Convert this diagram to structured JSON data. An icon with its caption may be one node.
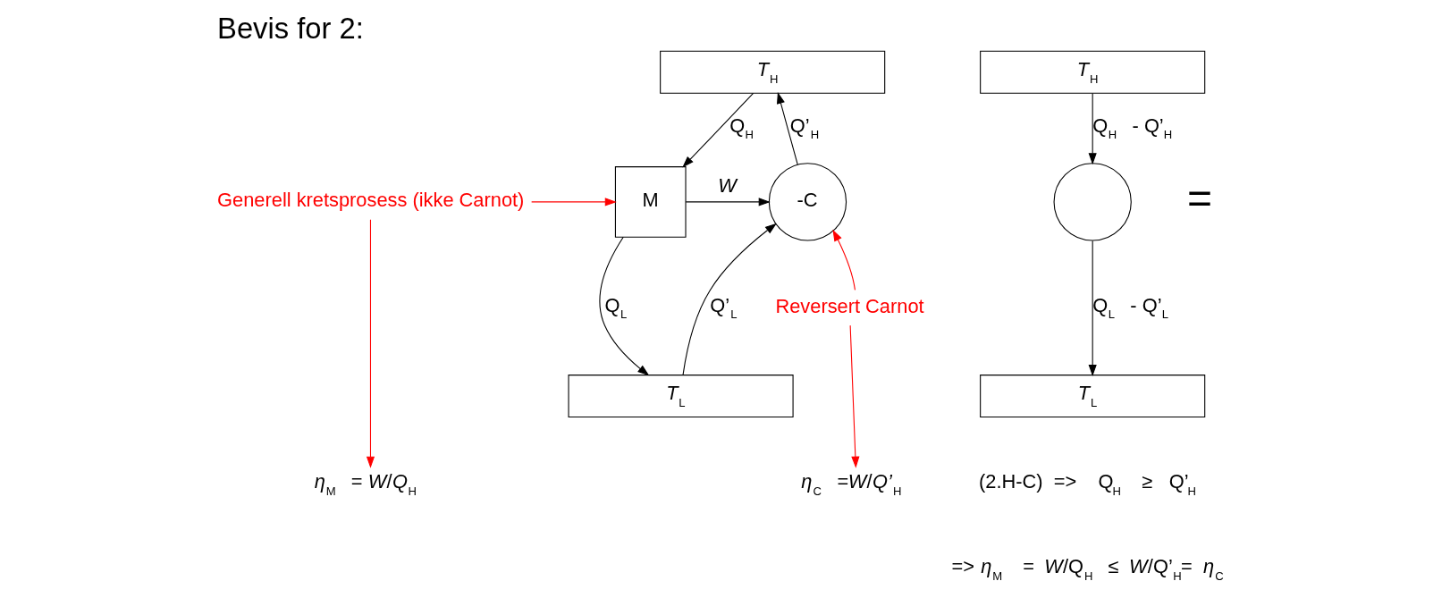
{
  "diagram": {
    "title": "Bevis for 2:",
    "nodes": [
      {
        "text": [
          "*T*$_{H}$"
        ]
      },
      {
        "text": [
          "M"
        ]
      },
      {
        "text": [
          "-C"
        ]
      },
      {
        "text": [
          "*T*$_{L}$"
        ]
      },
      {
        "text": [
          "*T*$_{H}$"
        ]
      },
      {
        "text": [],
        "shape": "circle"
      },
      {
        "text": [
          "*T*$_{L}$"
        ]
      },
      {
        "text": [
          "Generell kretsprosess (ikke Carnot)"
        ]
      },
      {
        "text": [
          "Reversert Carnot"
        ]
      },
      {
        "text": [
          "*η*$_{M}$ = *W*/*Q*$_{H}$"
        ]
      },
      {
        "text": [
          "*η*$_{C}$ =*W*/*Q’*$_{H}$"
        ]
      }
    ],
    "edges": [
      {
        "from": 0,
        "to": 1,
        "arrow": "to",
        "label": "Q$_{H}$"
      },
      {
        "from": 1,
        "to": 2,
        "arrow": "to",
        "label": "*W*"
      },
      {
        "from": 2,
        "to": 0,
        "arrow": "to",
        "label": "Q’$_{H}$"
      },
      {
        "from": 1,
        "to": 3,
        "arrow": "to",
        "label": "Q$_{L}$"
      },
      {
        "from": 3,
        "to": 2,
        "arrow": "to",
        "label": "Q’$_{L}$"
      },
      {
        "from": 4,
        "to": 5,
        "arrow": "to",
        "label": "Q$_{H}$ - Q’$_{H}$"
      },
      {
        "from": 5,
        "to": 6,
        "arrow": "to",
        "label": "Q$_{L}$ - Q’$_{L}$"
      },
      {
        "from": 7,
        "to": 1,
        "arrow": "to",
        "color": "#ff0000"
      },
      {
        "from": 7,
        "to": 9,
        "arrow": "to",
        "color": "#ff0000"
      },
      {
        "from": 8,
        "to": 2,
        "arrow": "to",
        "color": "#ff0000"
      },
      {
        "from": 8,
        "to": 10,
        "arrow": "to",
        "color": "#ff0000"
      }
    ],
    "labels": [
      "=",
      "(2.H-C)  =>    Q$_{H}$  ≥   Q’$_{H}$",
      "=> *η*$_{M}$  =  *W*/Q$_{H}$ ≤  *W*/Q’$_{H}$=  *η*$_{C}$"
    ]
  }
}
